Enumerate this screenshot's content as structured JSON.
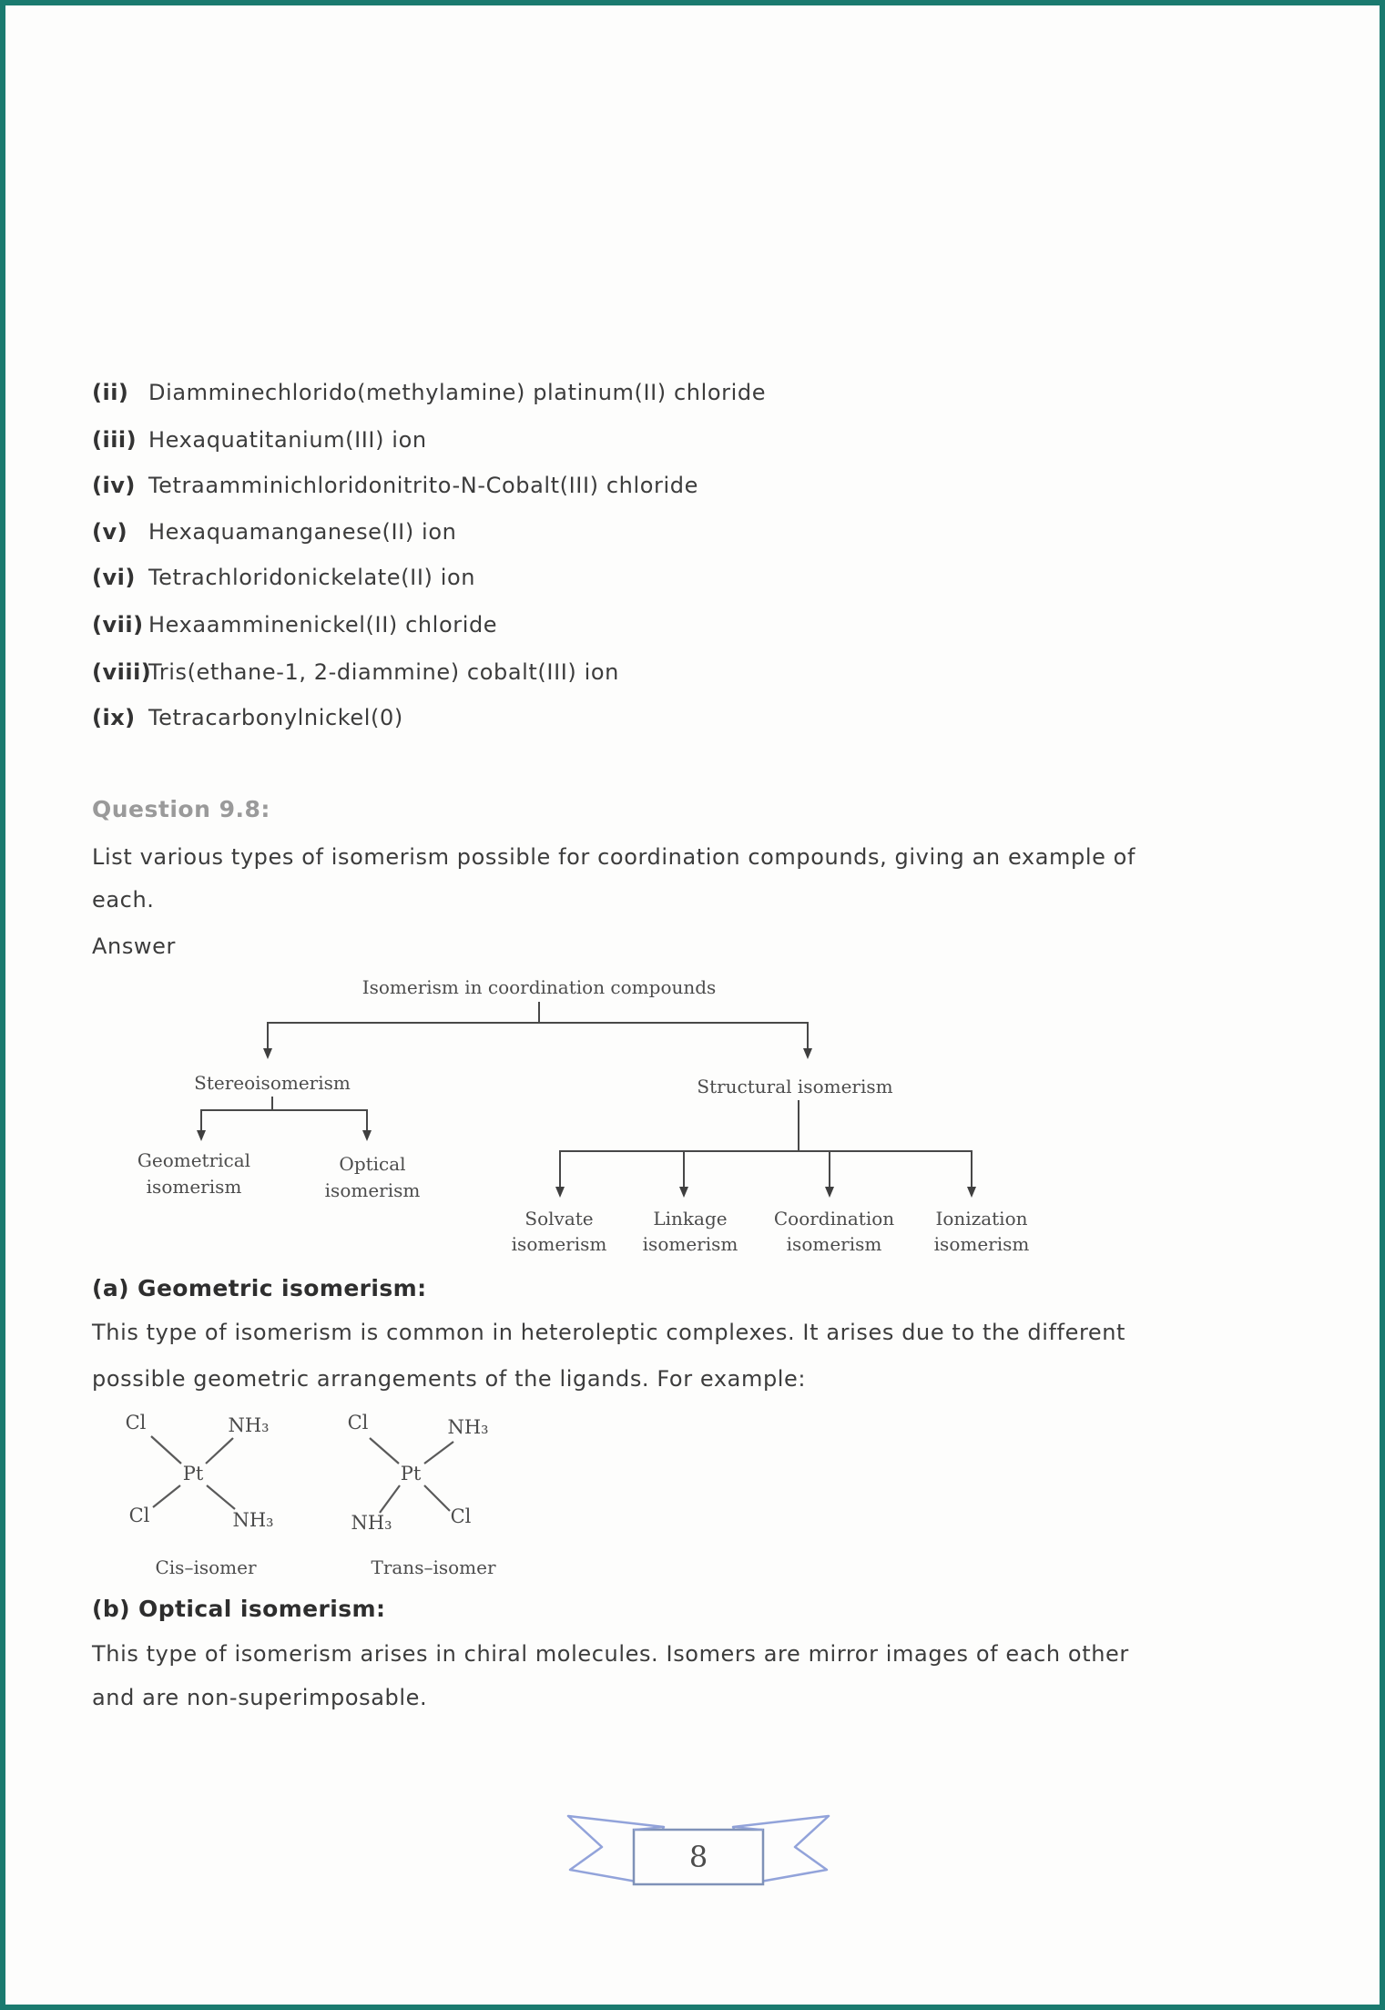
{
  "page": {
    "number": "8"
  },
  "compound_list": {
    "items": [
      {
        "marker": "(ii)",
        "text": "Diamminechlorido(methylamine) platinum(II) chloride"
      },
      {
        "marker": "(iii)",
        "text": "Hexaquatitanium(III) ion"
      },
      {
        "marker": "(iv)",
        "text": "Tetraamminichloridonitrito-N-Cobalt(III) chloride"
      },
      {
        "marker": "(v)",
        "text": "Hexaquamanganese(II) ion"
      },
      {
        "marker": "(vi)",
        "text": "Tetrachloridonickelate(II) ion"
      },
      {
        "marker": "(vii)",
        "text": "Hexaamminenickel(II) chloride"
      },
      {
        "marker": "(viii)",
        "text": "Tris(ethane-1, 2-diammine) cobalt(III) ion"
      },
      {
        "marker": "(ix)",
        "text": "Tetracarbonylnickel(0)"
      }
    ]
  },
  "question": {
    "label": "Question 9.8:",
    "line1": "List various types of isomerism possible for coordination compounds, giving an example of",
    "line2": "each.",
    "answer_label": "Answer"
  },
  "diagram": {
    "root": "Isomerism in coordination compounds",
    "stereo": "Stereoisomerism",
    "structural": "Structural isomerism",
    "geometrical": [
      "Geometrical",
      "isomerism"
    ],
    "optical": [
      "Optical",
      "isomerism"
    ],
    "solvate": [
      "Solvate",
      "isomerism"
    ],
    "linkage": [
      "Linkage",
      "isomerism"
    ],
    "coordination": [
      "Coordination",
      "isomerism"
    ],
    "ionization": [
      "Ionization",
      "isomerism"
    ]
  },
  "section_a": {
    "heading": "(a) Geometric isomerism:",
    "line1": "This type of isomerism is common in heteroleptic complexes. It arises due to the different",
    "line2": "possible geometric arrangements of the ligands. For example:"
  },
  "chem": {
    "cis": {
      "center": "Pt",
      "tl": "Cl",
      "tr": "NH₃",
      "bl": "Cl",
      "br": "NH₃",
      "caption": "Cis–isomer"
    },
    "trans": {
      "center": "Pt",
      "tl": "Cl",
      "tr": "NH₃",
      "bl": "NH₃",
      "br": "Cl",
      "caption": "Trans–isomer"
    }
  },
  "section_b": {
    "heading": "(b) Optical isomerism:",
    "line1": "This type of isomerism arises in chiral molecules. Isomers are mirror images of each other",
    "line2": "and are non-superimposable."
  },
  "colors": {
    "page_border": "#1a7a6f",
    "body_text": "#3c3c3c",
    "question_heading": "#9a9a9a",
    "diagram_text": "#4c4c4c",
    "ribbon_outline": "#92a3da",
    "page_number_text": "#8391ac"
  }
}
